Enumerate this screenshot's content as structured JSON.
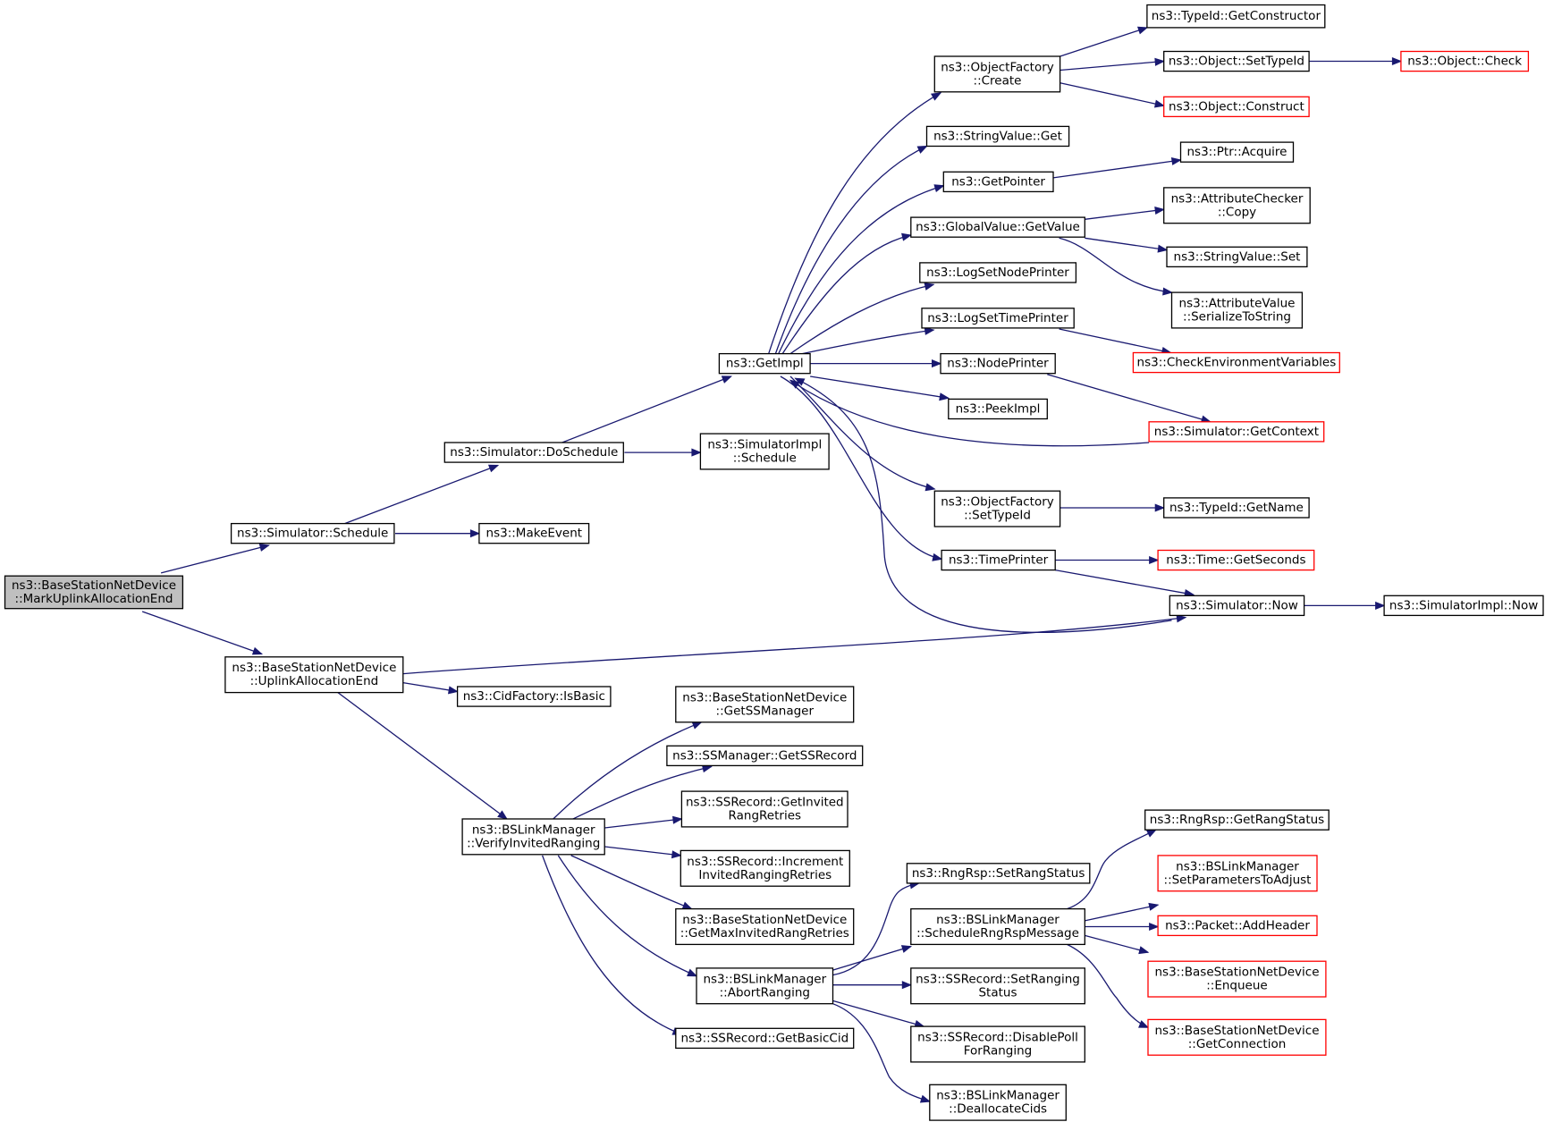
{
  "nodes": [
    {
      "id": "n0",
      "lines": [
        "ns3::BaseStationNetDevice",
        "::MarkUplinkAllocationEnd"
      ],
      "style": "root"
    },
    {
      "id": "n1",
      "lines": [
        "ns3::Simulator::Schedule"
      ],
      "style": "normal"
    },
    {
      "id": "n2",
      "lines": [
        "ns3::BaseStationNetDevice",
        "::UplinkAllocationEnd"
      ],
      "style": "normal"
    },
    {
      "id": "n3",
      "lines": [
        "ns3::Simulator::DoSchedule"
      ],
      "style": "normal"
    },
    {
      "id": "n4",
      "lines": [
        "ns3::MakeEvent"
      ],
      "style": "normal"
    },
    {
      "id": "n5",
      "lines": [
        "ns3::GetImpl"
      ],
      "style": "normal"
    },
    {
      "id": "n6",
      "lines": [
        "ns3::SimulatorImpl",
        "::Schedule"
      ],
      "style": "normal"
    },
    {
      "id": "n7",
      "lines": [
        "ns3::ObjectFactory",
        "::Create"
      ],
      "style": "normal"
    },
    {
      "id": "n8",
      "lines": [
        "ns3::StringValue::Get"
      ],
      "style": "normal"
    },
    {
      "id": "n9",
      "lines": [
        "ns3::GetPointer"
      ],
      "style": "normal"
    },
    {
      "id": "n10",
      "lines": [
        "ns3::GlobalValue::GetValue"
      ],
      "style": "normal"
    },
    {
      "id": "n11",
      "lines": [
        "ns3::LogSetNodePrinter"
      ],
      "style": "normal"
    },
    {
      "id": "n12",
      "lines": [
        "ns3::LogSetTimePrinter"
      ],
      "style": "normal"
    },
    {
      "id": "n13",
      "lines": [
        "ns3::NodePrinter"
      ],
      "style": "normal"
    },
    {
      "id": "n14",
      "lines": [
        "ns3::PeekImpl"
      ],
      "style": "normal"
    },
    {
      "id": "n15",
      "lines": [
        "ns3::ObjectFactory",
        "::SetTypeId"
      ],
      "style": "normal"
    },
    {
      "id": "n16",
      "lines": [
        "ns3::TimePrinter"
      ],
      "style": "normal"
    },
    {
      "id": "n17",
      "lines": [
        "ns3::TypeId::GetConstructor"
      ],
      "style": "normal"
    },
    {
      "id": "n18",
      "lines": [
        "ns3::Object::SetTypeId"
      ],
      "style": "normal"
    },
    {
      "id": "n19",
      "lines": [
        "ns3::Object::Construct"
      ],
      "style": "truncated"
    },
    {
      "id": "n20",
      "lines": [
        "ns3::Object::Check"
      ],
      "style": "truncated"
    },
    {
      "id": "n21",
      "lines": [
        "ns3::Ptr::Acquire"
      ],
      "style": "normal"
    },
    {
      "id": "n22",
      "lines": [
        "ns3::AttributeChecker",
        "::Copy"
      ],
      "style": "normal"
    },
    {
      "id": "n23",
      "lines": [
        "ns3::StringValue::Set"
      ],
      "style": "normal"
    },
    {
      "id": "n24",
      "lines": [
        "ns3::AttributeValue",
        "::SerializeToString"
      ],
      "style": "normal"
    },
    {
      "id": "n25",
      "lines": [
        "ns3::CheckEnvironmentVariables"
      ],
      "style": "truncated"
    },
    {
      "id": "n26",
      "lines": [
        "ns3::Simulator::GetContext"
      ],
      "style": "truncated"
    },
    {
      "id": "n27",
      "lines": [
        "ns3::TypeId::GetName"
      ],
      "style": "normal"
    },
    {
      "id": "n28",
      "lines": [
        "ns3::Time::GetSeconds"
      ],
      "style": "truncated"
    },
    {
      "id": "n29",
      "lines": [
        "ns3::Simulator::Now"
      ],
      "style": "normal"
    },
    {
      "id": "n30",
      "lines": [
        "ns3::SimulatorImpl::Now"
      ],
      "style": "normal"
    },
    {
      "id": "n31",
      "lines": [
        "ns3::CidFactory::IsBasic"
      ],
      "style": "normal"
    },
    {
      "id": "n32",
      "lines": [
        "ns3::BSLinkManager",
        "::VerifyInvitedRanging"
      ],
      "style": "normal"
    },
    {
      "id": "n33",
      "lines": [
        "ns3::BaseStationNetDevice",
        "::GetSSManager"
      ],
      "style": "normal"
    },
    {
      "id": "n34",
      "lines": [
        "ns3::SSManager::GetSSRecord"
      ],
      "style": "normal"
    },
    {
      "id": "n35",
      "lines": [
        "ns3::SSRecord::GetInvited",
        "RangRetries"
      ],
      "style": "normal"
    },
    {
      "id": "n36",
      "lines": [
        "ns3::SSRecord::Increment",
        "InvitedRangingRetries"
      ],
      "style": "normal"
    },
    {
      "id": "n37",
      "lines": [
        "ns3::BaseStationNetDevice",
        "::GetMaxInvitedRangRetries"
      ],
      "style": "normal"
    },
    {
      "id": "n38",
      "lines": [
        "ns3::BSLinkManager",
        "::AbortRanging"
      ],
      "style": "normal"
    },
    {
      "id": "n39",
      "lines": [
        "ns3::SSRecord::GetBasicCid"
      ],
      "style": "normal"
    },
    {
      "id": "n40",
      "lines": [
        "ns3::RngRsp::SetRangStatus"
      ],
      "style": "normal"
    },
    {
      "id": "n41",
      "lines": [
        "ns3::BSLinkManager",
        "::ScheduleRngRspMessage"
      ],
      "style": "normal"
    },
    {
      "id": "n42",
      "lines": [
        "ns3::SSRecord::SetRanging",
        "Status"
      ],
      "style": "normal"
    },
    {
      "id": "n43",
      "lines": [
        "ns3::SSRecord::DisablePoll",
        "ForRanging"
      ],
      "style": "normal"
    },
    {
      "id": "n44",
      "lines": [
        "ns3::BSLinkManager",
        "::DeallocateCids"
      ],
      "style": "normal"
    },
    {
      "id": "n45",
      "lines": [
        "ns3::RngRsp::GetRangStatus"
      ],
      "style": "normal"
    },
    {
      "id": "n46",
      "lines": [
        "ns3::BSLinkManager",
        "::SetParametersToAdjust"
      ],
      "style": "truncated"
    },
    {
      "id": "n47",
      "lines": [
        "ns3::Packet::AddHeader"
      ],
      "style": "truncated"
    },
    {
      "id": "n48",
      "lines": [
        "ns3::BaseStationNetDevice",
        "::Enqueue"
      ],
      "style": "truncated"
    },
    {
      "id": "n49",
      "lines": [
        "ns3::BaseStationNetDevice",
        "::GetConnection"
      ],
      "style": "truncated"
    }
  ],
  "edges": [
    [
      "n0",
      "n1"
    ],
    [
      "n0",
      "n2"
    ],
    [
      "n1",
      "n3"
    ],
    [
      "n1",
      "n4"
    ],
    [
      "n3",
      "n5"
    ],
    [
      "n3",
      "n6"
    ],
    [
      "n5",
      "n7"
    ],
    [
      "n5",
      "n8"
    ],
    [
      "n5",
      "n9"
    ],
    [
      "n5",
      "n10"
    ],
    [
      "n5",
      "n11"
    ],
    [
      "n5",
      "n12"
    ],
    [
      "n5",
      "n13"
    ],
    [
      "n5",
      "n14"
    ],
    [
      "n5",
      "n15"
    ],
    [
      "n5",
      "n16"
    ],
    [
      "n26",
      "n5"
    ],
    [
      "n29",
      "n5"
    ],
    [
      "n7",
      "n17"
    ],
    [
      "n7",
      "n18"
    ],
    [
      "n7",
      "n19"
    ],
    [
      "n18",
      "n20"
    ],
    [
      "n9",
      "n21"
    ],
    [
      "n10",
      "n22"
    ],
    [
      "n10",
      "n23"
    ],
    [
      "n10",
      "n24"
    ],
    [
      "n12",
      "n25"
    ],
    [
      "n13",
      "n26"
    ],
    [
      "n15",
      "n27"
    ],
    [
      "n16",
      "n28"
    ],
    [
      "n16",
      "n29"
    ],
    [
      "n29",
      "n30"
    ],
    [
      "n2",
      "n29"
    ],
    [
      "n2",
      "n31"
    ],
    [
      "n2",
      "n32"
    ],
    [
      "n32",
      "n33"
    ],
    [
      "n32",
      "n34"
    ],
    [
      "n32",
      "n35"
    ],
    [
      "n32",
      "n36"
    ],
    [
      "n32",
      "n37"
    ],
    [
      "n32",
      "n38"
    ],
    [
      "n32",
      "n39"
    ],
    [
      "n38",
      "n40"
    ],
    [
      "n38",
      "n41"
    ],
    [
      "n38",
      "n42"
    ],
    [
      "n38",
      "n43"
    ],
    [
      "n38",
      "n44"
    ],
    [
      "n41",
      "n45"
    ],
    [
      "n41",
      "n46"
    ],
    [
      "n41",
      "n47"
    ],
    [
      "n41",
      "n48"
    ],
    [
      "n41",
      "n49"
    ]
  ]
}
